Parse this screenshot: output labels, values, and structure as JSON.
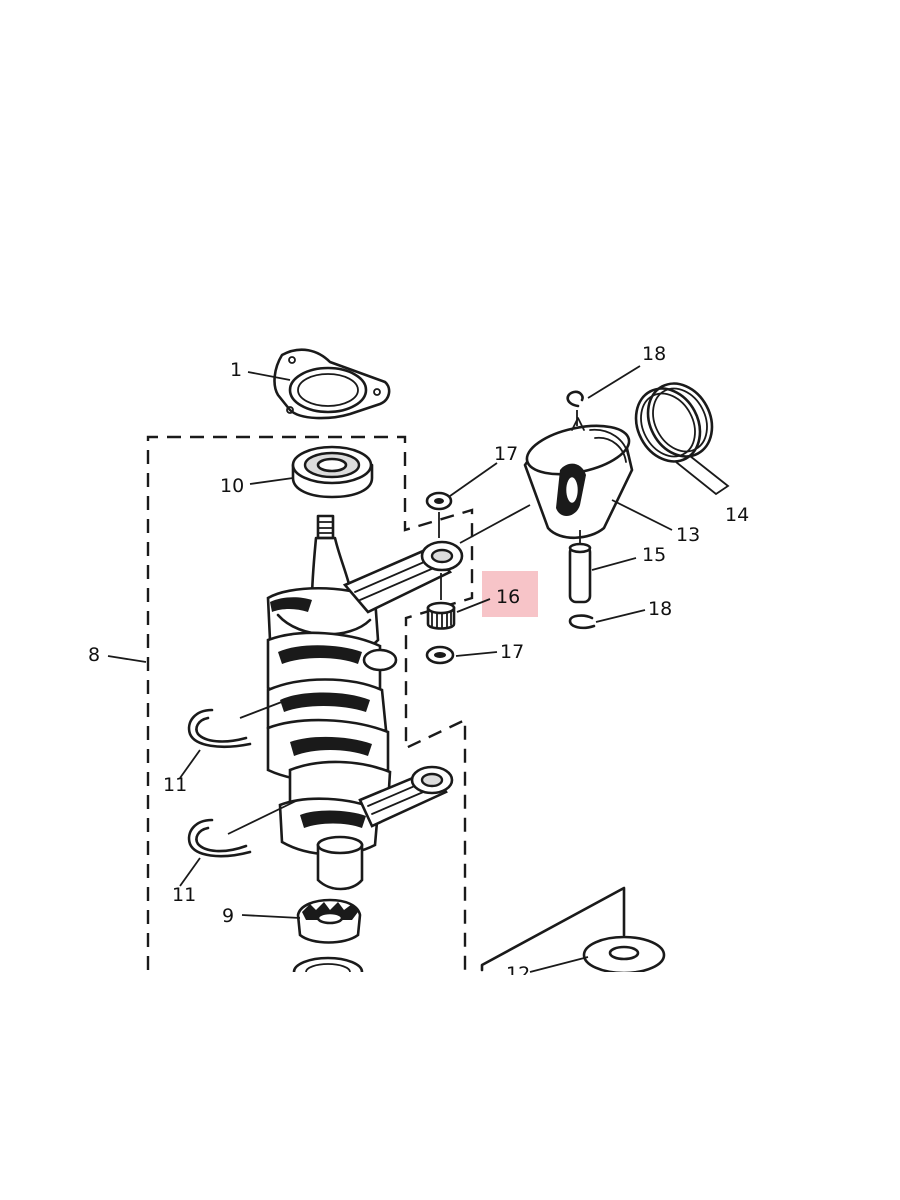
{
  "callouts": {
    "c1": "1",
    "c8": "8",
    "c9": "9",
    "c10": "10",
    "c11a": "11",
    "c11b": "11",
    "c12": "12",
    "c13": "13",
    "c14": "14",
    "c15": "15",
    "c16": "16",
    "c17a": "17",
    "c17b": "17",
    "c18a": "18",
    "c18b": "18"
  },
  "colors": {
    "line": "#1a1a1a",
    "highlight": "#f7c4c8",
    "background": "#ffffff"
  }
}
